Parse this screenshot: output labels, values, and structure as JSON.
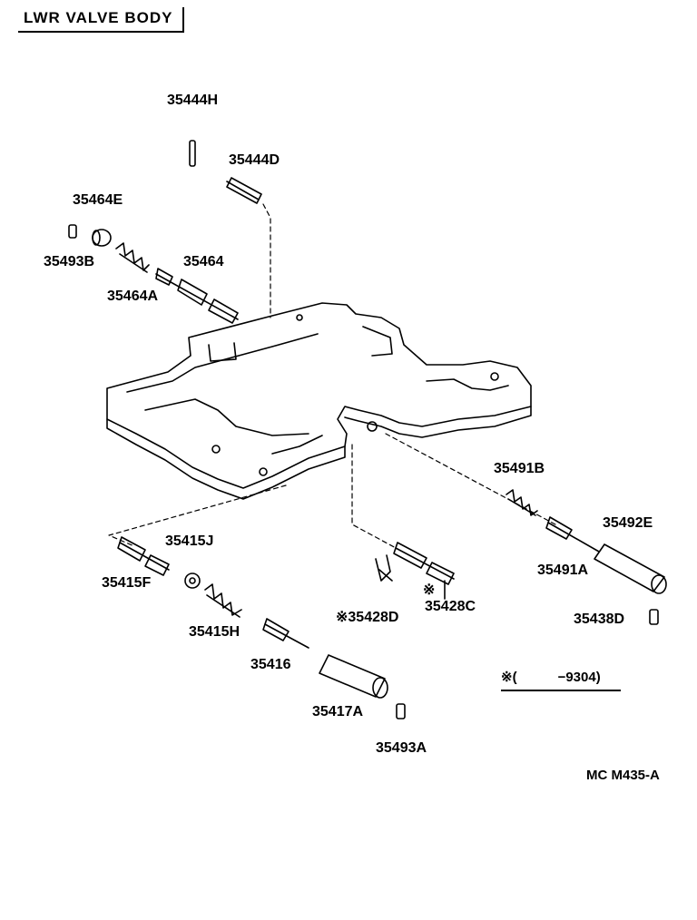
{
  "title": "LWR  VALVE  BODY",
  "labels": {
    "p35444H": "35444H",
    "p35444D": "35444D",
    "p35464E": "35464E",
    "p35493B": "35493B",
    "p35464": "35464",
    "p35464A": "35464A",
    "p35491B": "35491B",
    "p35492E": "35492E",
    "p35491A": "35491A",
    "p35438D": "35438D",
    "p35415J": "35415J",
    "p35415F": "35415F",
    "p35415H": "35415H",
    "p35416": "35416",
    "p35417A": "35417A",
    "p35493A": "35493A",
    "p35428D": "※35428D",
    "p35428C": "35428C",
    "p35428C_mark": "※"
  },
  "note": "※(　　　−9304)",
  "code": "MC  M435-A"
}
